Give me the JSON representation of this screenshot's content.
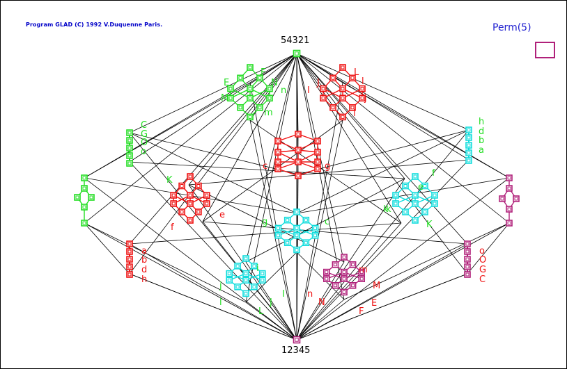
{
  "header": {
    "program_note": "Program GLAD (C) 1992 V.Duquenne Paris.",
    "title": "Perm(5)"
  },
  "nodes": {
    "top_label": "54321",
    "bottom_label": "12345"
  },
  "colors": {
    "green": "#22dd22",
    "red": "#ee1111",
    "cyan": "#11dddd",
    "magenta": "#b0207a",
    "lines": "#000000",
    "header_blue": "#0000c8"
  },
  "letters": {
    "green_top": [
      "E",
      "F",
      "N",
      "n",
      "M",
      "m"
    ],
    "red_top": [
      "L",
      "l",
      "I",
      "J",
      "j",
      "i"
    ],
    "green_left": [
      "C",
      "G",
      "O",
      "o"
    ],
    "cyan_right": [
      "h",
      "d",
      "b",
      "a"
    ],
    "red_center": [
      "c",
      "g"
    ],
    "green_mid": [
      "K",
      "k"
    ],
    "red_mid": [
      "f",
      "e"
    ],
    "cyan_mid": [
      "f",
      "e",
      "k",
      "K"
    ],
    "cyan_center": [
      "g",
      "c"
    ],
    "red_left": [
      "a",
      "b",
      "d",
      "h"
    ],
    "red_right": [
      "o",
      "O",
      "G",
      "C"
    ],
    "cyan_bottom": [
      "i",
      "j",
      "I",
      "l",
      "J",
      "L"
    ],
    "magenta_bottom": [
      "m",
      "M",
      "n",
      "N",
      "E",
      "F"
    ]
  }
}
